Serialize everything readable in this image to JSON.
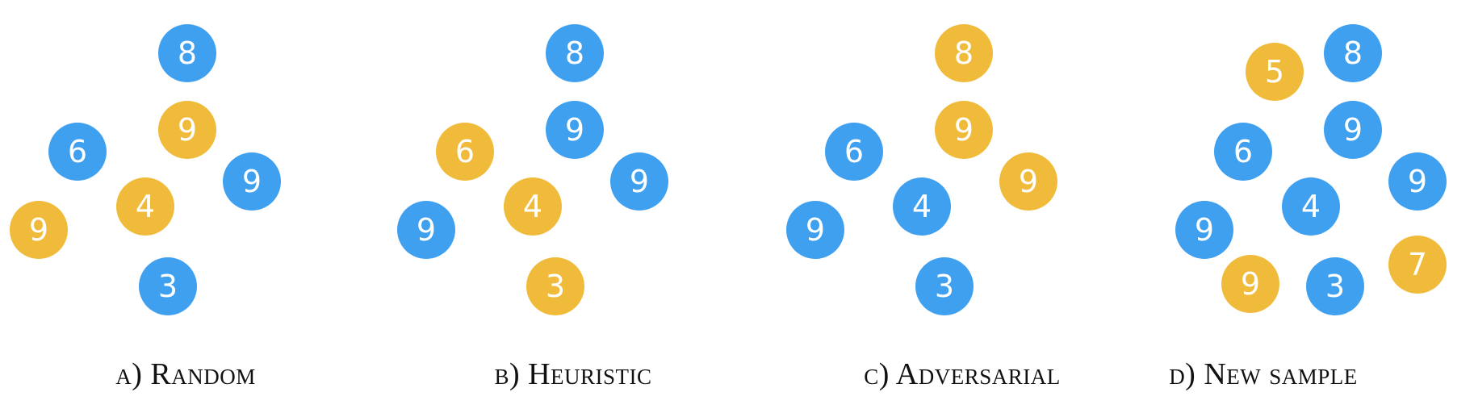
{
  "colors": {
    "selected": "#f0bb3a",
    "unselected": "#3fa0f0"
  },
  "panels": [
    {
      "caption": "a) Random",
      "nodes": [
        {
          "label": "8",
          "color": "unselected"
        },
        {
          "label": "9",
          "color": "selected"
        },
        {
          "label": "6",
          "color": "unselected"
        },
        {
          "label": "9",
          "color": "unselected"
        },
        {
          "label": "4",
          "color": "selected"
        },
        {
          "label": "9",
          "color": "selected"
        },
        {
          "label": "3",
          "color": "unselected"
        }
      ]
    },
    {
      "caption": "b) Heuristic",
      "nodes": [
        {
          "label": "8",
          "color": "unselected"
        },
        {
          "label": "9",
          "color": "unselected"
        },
        {
          "label": "6",
          "color": "selected"
        },
        {
          "label": "9",
          "color": "unselected"
        },
        {
          "label": "4",
          "color": "selected"
        },
        {
          "label": "9",
          "color": "unselected"
        },
        {
          "label": "3",
          "color": "selected"
        }
      ]
    },
    {
      "caption": "c) Adversarial",
      "nodes": [
        {
          "label": "8",
          "color": "selected"
        },
        {
          "label": "9",
          "color": "selected"
        },
        {
          "label": "6",
          "color": "unselected"
        },
        {
          "label": "9",
          "color": "selected"
        },
        {
          "label": "4",
          "color": "unselected"
        },
        {
          "label": "9",
          "color": "unselected"
        },
        {
          "label": "3",
          "color": "unselected"
        }
      ]
    },
    {
      "caption": "d) New sample",
      "nodes": [
        {
          "label": "5",
          "color": "selected"
        },
        {
          "label": "8",
          "color": "unselected"
        },
        {
          "label": "6",
          "color": "unselected"
        },
        {
          "label": "9",
          "color": "unselected"
        },
        {
          "label": "9",
          "color": "unselected"
        },
        {
          "label": "4",
          "color": "unselected"
        },
        {
          "label": "9",
          "color": "unselected"
        },
        {
          "label": "7",
          "color": "selected"
        },
        {
          "label": "9",
          "color": "selected"
        },
        {
          "label": "3",
          "color": "unselected"
        }
      ]
    }
  ]
}
